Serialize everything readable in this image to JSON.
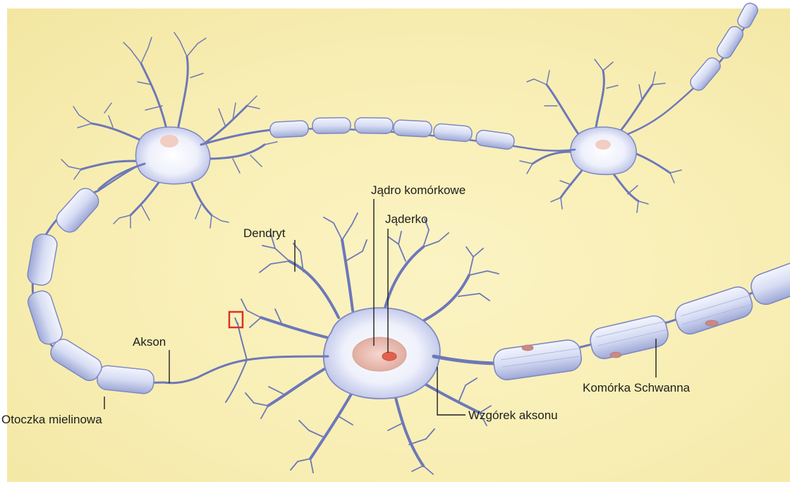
{
  "labels": {
    "nucleus": "Jądro komórkowe",
    "nucleolus": "Jąderko",
    "dendrite": "Dendryt",
    "axon": "Akson",
    "myelin_sheath": "Otoczka mielinowa",
    "axon_hillock": "Wzgórek aksonu",
    "schwann_cell": "Komórka Schwanna"
  },
  "colors": {
    "background": "#f8efb8",
    "neuron": "#6d78b8",
    "myelin": "#dde3f5",
    "nucleus": "#e8b9ad",
    "nucleolus": "#e2614e",
    "highlight_box": "#d9322c"
  }
}
